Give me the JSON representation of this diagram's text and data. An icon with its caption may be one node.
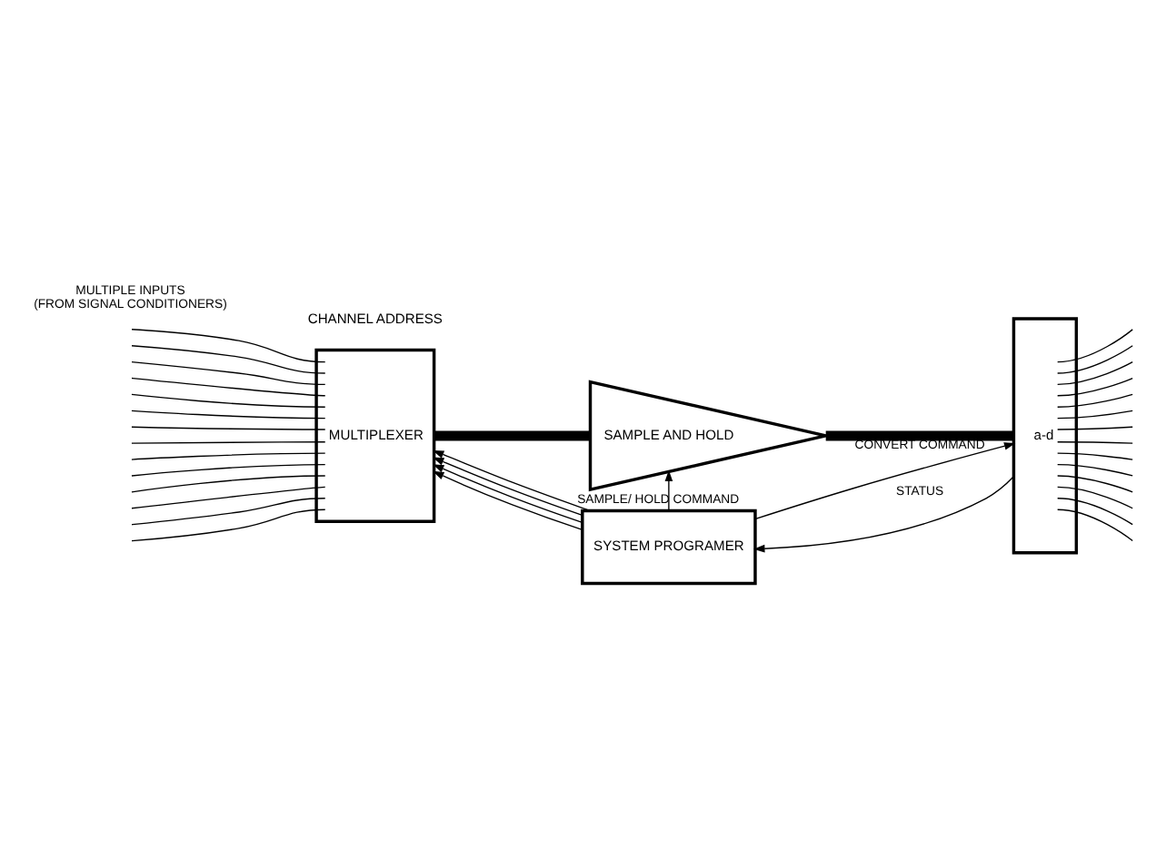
{
  "diagram": {
    "nodes": [
      {
        "text": [
          "MULTIPLEXER"
        ]
      },
      {
        "text": [
          "SAMPLE AND HOLD"
        ]
      },
      {
        "text": [
          "a-d"
        ]
      },
      {
        "text": [
          "SYSTEM PROGRAMER"
        ]
      }
    ],
    "edges": [
      {
        "from": 0,
        "to": 1,
        "arrow": "none",
        "style": "thick"
      },
      {
        "from": 1,
        "to": 2,
        "arrow": "none",
        "style": "thick"
      },
      {
        "from": 3,
        "to": 0,
        "arrow": "to"
      },
      {
        "from": 3,
        "to": 0,
        "arrow": "to"
      },
      {
        "from": 3,
        "to": 0,
        "arrow": "to"
      },
      {
        "from": 3,
        "to": 0,
        "arrow": "to"
      },
      {
        "from": 3,
        "to": 1,
        "arrow": "to",
        "label": "SAMPLE/ HOLD COMMAND"
      },
      {
        "from": 2,
        "to": 3,
        "arrow": "to",
        "label": "STATUS"
      },
      {
        "from": 3,
        "to": 2,
        "arrow": "to",
        "label": "CONVERT COMMAND"
      },
      {
        "from": null,
        "to": 0,
        "arrow": "none"
      },
      {
        "from": null,
        "to": 0,
        "arrow": "none"
      },
      {
        "from": null,
        "to": 0,
        "arrow": "none"
      },
      {
        "from": null,
        "to": 0,
        "arrow": "none"
      },
      {
        "from": null,
        "to": 0,
        "arrow": "none"
      },
      {
        "from": null,
        "to": 0,
        "arrow": "none"
      },
      {
        "from": null,
        "to": 0,
        "arrow": "none"
      },
      {
        "from": null,
        "to": 0,
        "arrow": "none"
      },
      {
        "from": null,
        "to": 0,
        "arrow": "none"
      },
      {
        "from": null,
        "to": 0,
        "arrow": "none"
      },
      {
        "from": null,
        "to": 0,
        "arrow": "none"
      },
      {
        "from": null,
        "to": 0,
        "arrow": "none"
      },
      {
        "from": null,
        "to": 0,
        "arrow": "none"
      },
      {
        "from": null,
        "to": 0,
        "arrow": "none"
      },
      {
        "from": 2,
        "to": null,
        "arrow": "none"
      },
      {
        "from": 2,
        "to": null,
        "arrow": "none"
      },
      {
        "from": 2,
        "to": null,
        "arrow": "none"
      },
      {
        "from": 2,
        "to": null,
        "arrow": "none"
      },
      {
        "from": 2,
        "to": null,
        "arrow": "none"
      },
      {
        "from": 2,
        "to": null,
        "arrow": "none"
      },
      {
        "from": 2,
        "to": null,
        "arrow": "none"
      },
      {
        "from": 2,
        "to": null,
        "arrow": "none"
      },
      {
        "from": 2,
        "to": null,
        "arrow": "none"
      },
      {
        "from": 2,
        "to": null,
        "arrow": "none"
      },
      {
        "from": 2,
        "to": null,
        "arrow": "none"
      },
      {
        "from": 2,
        "to": null,
        "arrow": "none"
      },
      {
        "from": 2,
        "to": null,
        "arrow": "none"
      },
      {
        "from": 2,
        "to": null,
        "arrow": "none"
      }
    ],
    "labels": [
      "MULTIPLE INPUTS (FROM SIGNAL CONDITIONERS)",
      "CHANNEL ADDRESS"
    ]
  }
}
